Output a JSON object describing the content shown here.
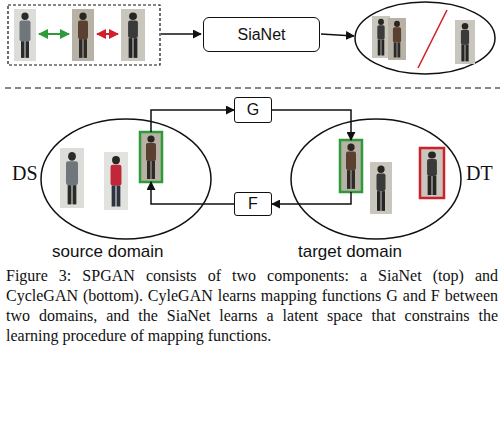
{
  "diagram": {
    "caption": "Figure 3: SPGAN consists of two components: a SiaNet (top) and CycleGAN (bottom). CyleGAN learns mapping functions G and F between two domains, and the SiaNet learns a latent space that constrains the learning procedure of mapping functions.",
    "nodes": [
      {
        "text": [
          "SiaNet"
        ]
      },
      {
        "text": [
          "G"
        ]
      },
      {
        "text": [
          "DS",
          "source domain"
        ]
      },
      {
        "text": [
          "DT",
          "target domain"
        ]
      },
      {
        "text": [
          "F"
        ]
      }
    ],
    "edges": [
      {
        "from": 2,
        "to": 1,
        "arrow": "to"
      },
      {
        "from": 1,
        "to": 3,
        "arrow": "to"
      },
      {
        "from": 3,
        "to": 4,
        "arrow": "to"
      },
      {
        "from": 4,
        "to": 2,
        "arrow": "to"
      }
    ]
  }
}
